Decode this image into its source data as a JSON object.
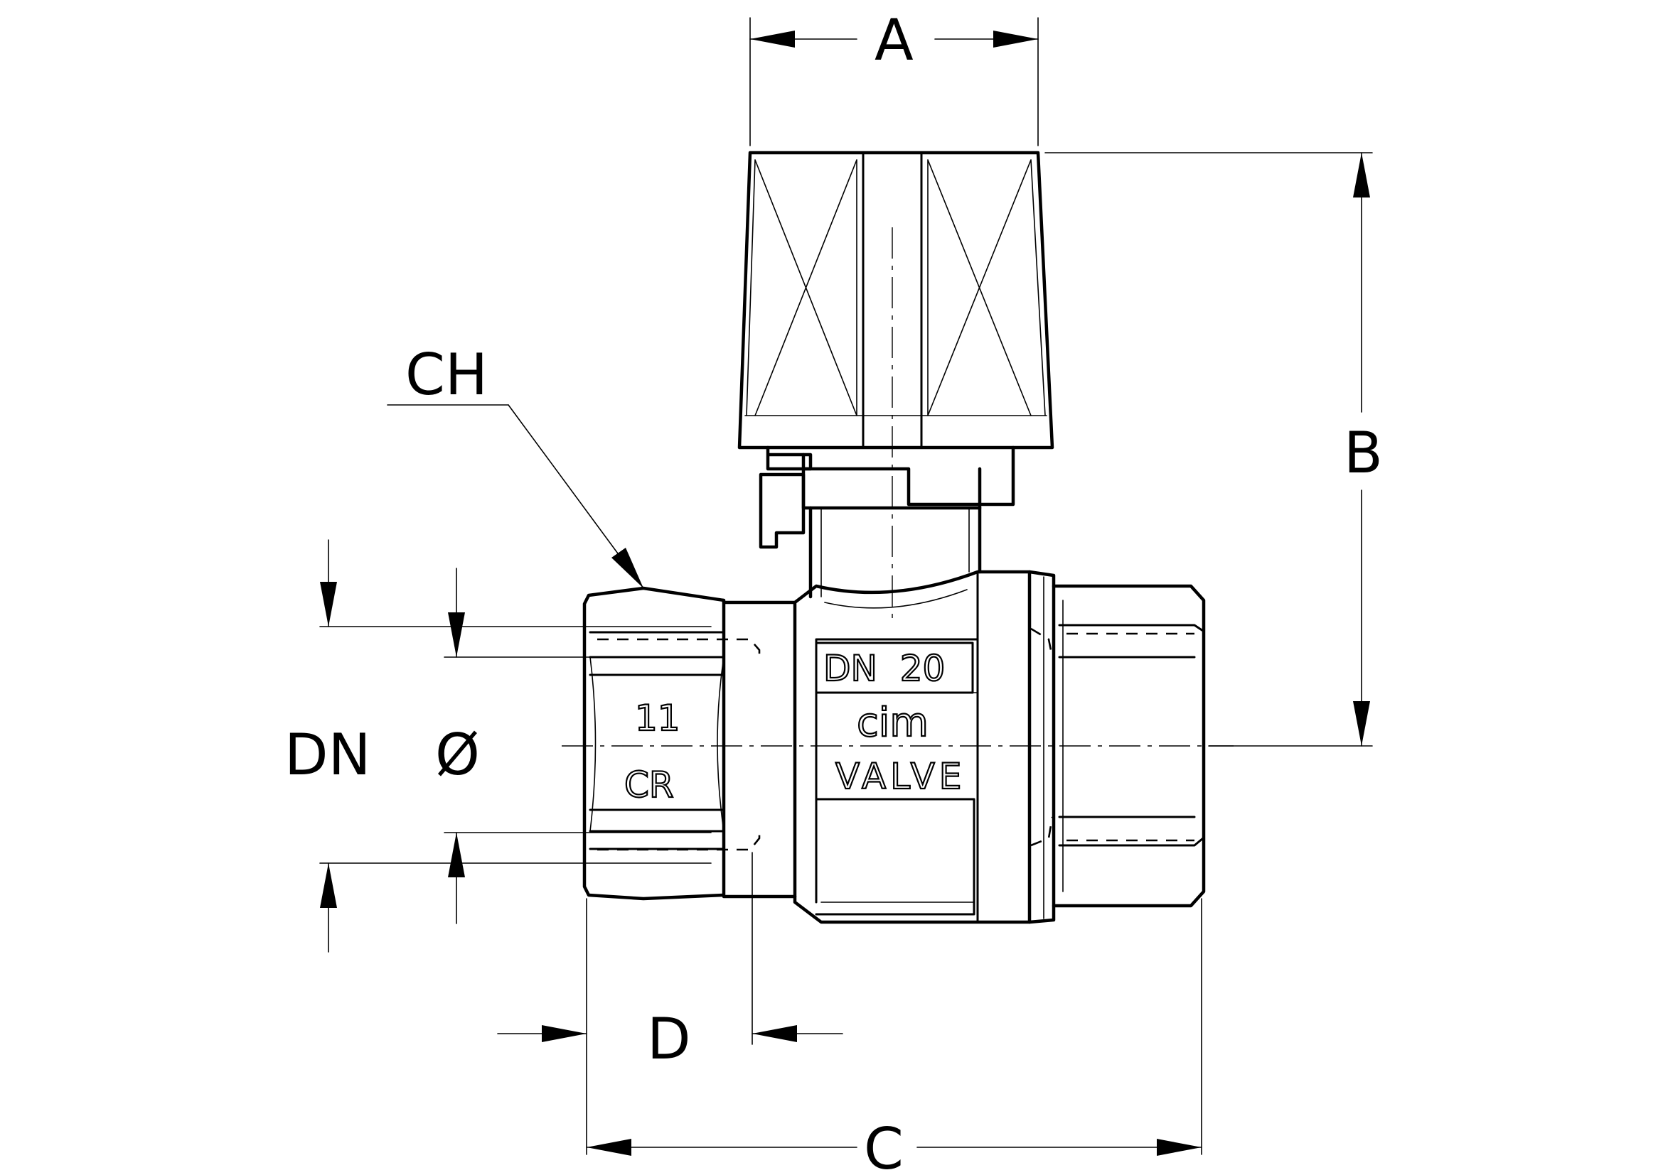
{
  "dimension_labels": {
    "a": "A",
    "b": "B",
    "c": "C",
    "d": "D",
    "ch": "CH",
    "dn": "DN",
    "diameter": "Ø"
  },
  "body_markings": {
    "nominal": "DN  20",
    "brand": "cim",
    "product": "VALVE",
    "pressure": "11",
    "logo": "CR"
  },
  "colors": {
    "line": "#000000",
    "background": "#ffffff"
  }
}
